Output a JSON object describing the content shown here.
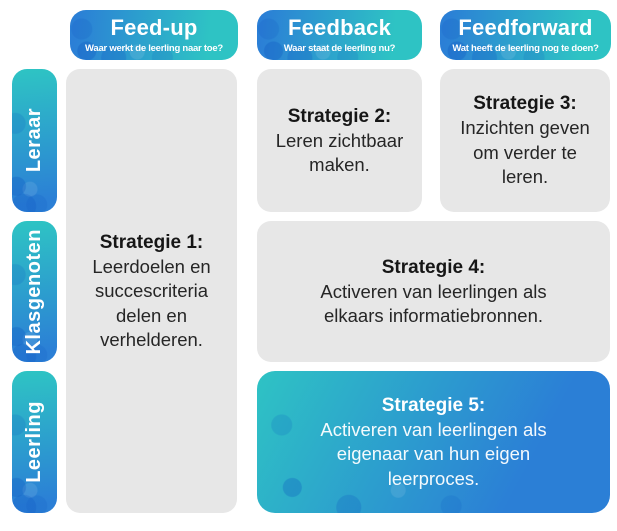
{
  "colors": {
    "blue": "#2b7fd6",
    "teal": "#2ec3c4",
    "card_gray": "#e7e7e7",
    "text_dark": "#1f1f1f",
    "text_light": "#ffffff"
  },
  "columns": [
    {
      "title": "Feed-up",
      "subtitle": "Waar werkt de leerling naar toe?"
    },
    {
      "title": "Feedback",
      "subtitle": "Waar staat de leerling nu?"
    },
    {
      "title": "Feedforward",
      "subtitle": "Wat heeft de leerling nog te doen?"
    }
  ],
  "rows": [
    {
      "label": "Leraar"
    },
    {
      "label": "Klasgenoten"
    },
    {
      "label": "Leerling"
    }
  ],
  "strategies": [
    {
      "title": "Strategie 1:",
      "body": "Leerdoelen en\nsuccescriteria\ndelen en\nverhelderen."
    },
    {
      "title": "Strategie 2:",
      "body": "Leren zichtbaar\nmaken."
    },
    {
      "title": "Strategie 3:",
      "body": "Inzichten geven\nom verder te\nleren."
    },
    {
      "title": "Strategie 4:",
      "body": "Activeren van leerlingen als\nelkaars informatiebronnen."
    },
    {
      "title": "Strategie 5:",
      "body": "Activeren van leerlingen als\neigenaar van hun eigen\nleerproces."
    }
  ]
}
